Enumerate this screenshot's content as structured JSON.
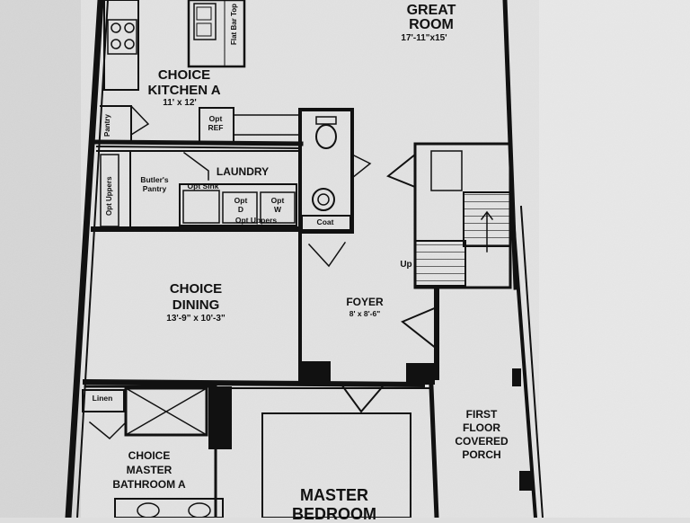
{
  "rooms": {
    "great_room": {
      "name_line1": "GREAT",
      "name_line2": "ROOM",
      "size": "17'-11\"x15'"
    },
    "kitchen": {
      "name_line1": "CHOICE",
      "name_line2": "KITCHEN A",
      "size": "11' x 12'"
    },
    "laundry": {
      "name": "LAUNDRY"
    },
    "butlers_pantry": {
      "line1": "Butler's",
      "line2": "Pantry"
    },
    "dining": {
      "name_line1": "CHOICE",
      "name_line2": "DINING",
      "size": "13'-9\" x 10'-3\""
    },
    "foyer": {
      "name": "FOYER",
      "size": "8' x 8'-6\""
    },
    "porch": {
      "line1": "FIRST",
      "line2": "FLOOR",
      "line3": "COVERED",
      "line4": "PORCH"
    },
    "master_bath": {
      "line1": "CHOICE",
      "line2": "MASTER",
      "line3": "BATHROOM A"
    },
    "master_bedroom": {
      "line1": "MASTER",
      "line2": "BEDROOM"
    }
  },
  "fixtures": {
    "opt_ref": {
      "line1": "Opt",
      "line2": "REF"
    },
    "flat_bar_top": "Flat Bar Top",
    "pantry": "Pantry",
    "opt_uppers_side": "Opt Uppers",
    "opt_sink": "Opt Sink",
    "opt_d": {
      "line1": "Opt",
      "line2": "D"
    },
    "opt_w": {
      "line1": "Opt",
      "line2": "W"
    },
    "opt_uppers": "Opt Uppers",
    "coat": "Coat",
    "up": "Up",
    "linen": "Linen"
  }
}
